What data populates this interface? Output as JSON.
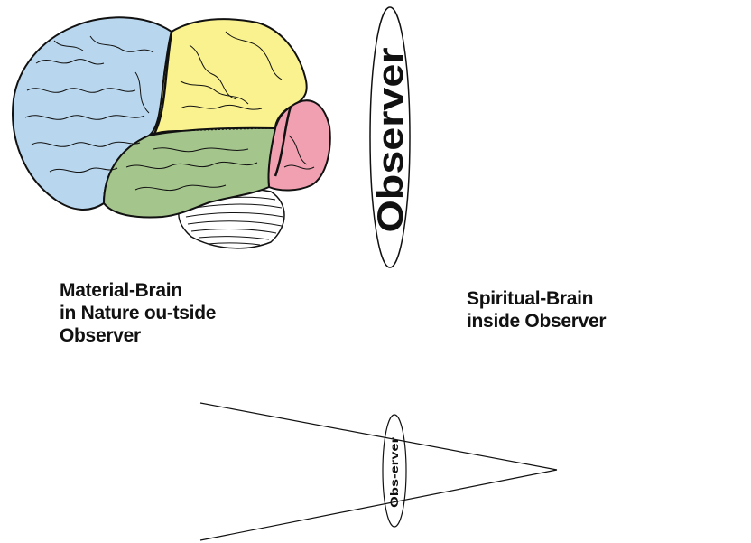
{
  "observer_label": "Observer",
  "small_observer_label": "Obs-erver",
  "left_caption": [
    "Material-Brain",
    "in Nature ou-tside",
    "Observer"
  ],
  "right_caption": [
    "Spiritual-Brain",
    "inside Observer"
  ],
  "colors": {
    "frontal": "#b8d7ee",
    "parietal": "#f9f28e",
    "temporal": "#a4c58c",
    "occipital": "#f0a0b0",
    "cerebellum": "#ffffff",
    "outline": "#111111"
  }
}
